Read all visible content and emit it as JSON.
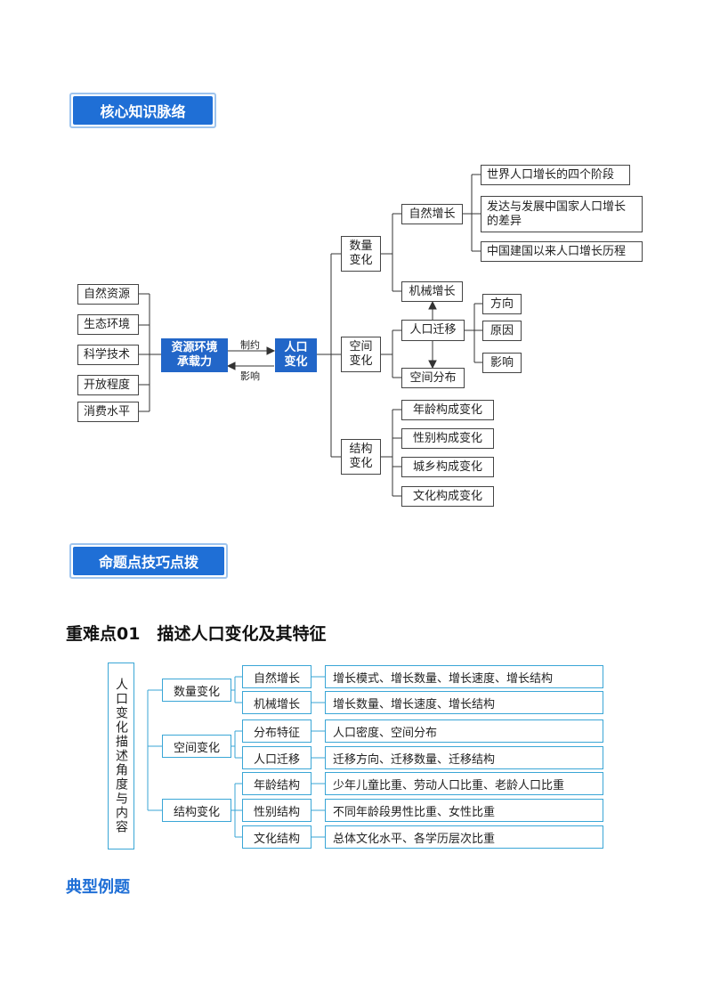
{
  "section1": {
    "title": "核心知识脉络"
  },
  "section2": {
    "title": "命题点技巧点拨"
  },
  "mindmap": {
    "factors": [
      "自然资源",
      "生态环境",
      "科学技术",
      "开放程度",
      "消费水平"
    ],
    "center_left": "资源环境承载力",
    "center_right": "人口变化",
    "arrow_top": "制约",
    "arrow_bottom": "影响",
    "branches": {
      "quantity": "数量变化",
      "space": "空间变化",
      "structure": "结构变化"
    },
    "natural": "自然增长",
    "mechanical": "机械增长",
    "natural_items": [
      "世界人口增长的四个阶段",
      "发达与发展中国家人口增长的差异",
      "中国建国以来人口增长历程"
    ],
    "migration": "人口迁移",
    "distribution": "空间分布",
    "migration_items": [
      "方向",
      "原因",
      "影响"
    ],
    "structure_items": [
      "年龄构成变化",
      "性别构成变化",
      "城乡构成变化",
      "文化构成变化"
    ]
  },
  "keypoint": {
    "title": "重难点01　描述人口变化及其特征"
  },
  "table": {
    "root": "人口变化描述角度与内容",
    "groups": [
      {
        "label": "数量变化",
        "rows": [
          {
            "sub": "自然增长",
            "content": "增长模式、增长数量、增长速度、增长结构"
          },
          {
            "sub": "机械增长",
            "content": "增长数量、增长速度、增长结构"
          }
        ]
      },
      {
        "label": "空间变化",
        "rows": [
          {
            "sub": "分布特征",
            "content": "人口密度、空间分布"
          },
          {
            "sub": "人口迁移",
            "content": "迁移方向、迁移数量、迁移结构"
          }
        ]
      },
      {
        "label": "结构变化",
        "rows": [
          {
            "sub": "年龄结构",
            "content": "少年儿童比重、劳动人口比重、老龄人口比重"
          },
          {
            "sub": "性别结构",
            "content": "不同年龄段男性比重、女性比重"
          },
          {
            "sub": "文化结构",
            "content": "总体文化水平、各学历层次比重"
          }
        ]
      }
    ]
  },
  "examples": {
    "title": "典型例题"
  }
}
